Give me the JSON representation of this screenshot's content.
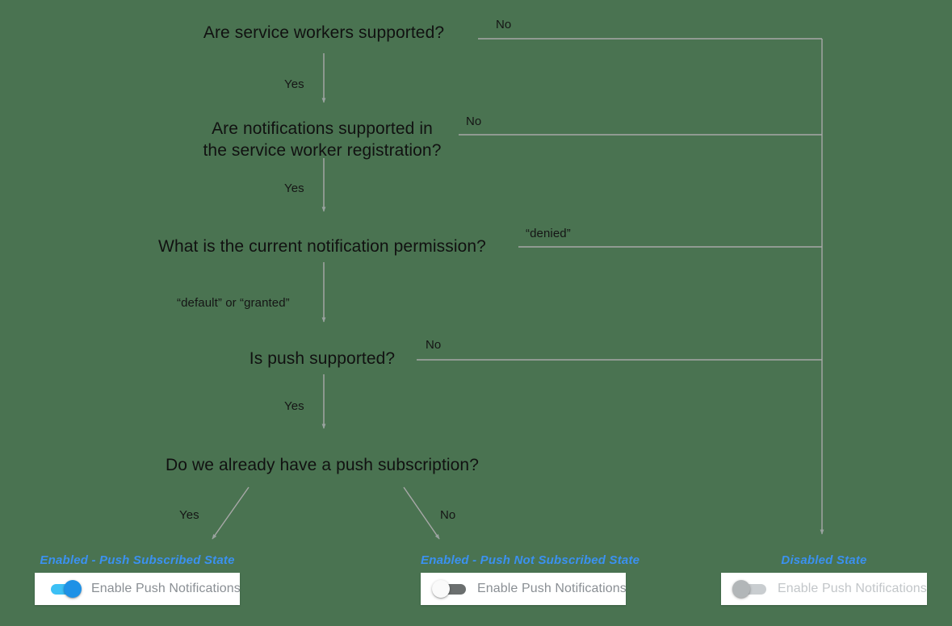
{
  "colors": {
    "background": "#4a7351",
    "question_text": "#111111",
    "edge_label_text": "#151515",
    "state_title": "#3b91f0",
    "connector_line": "#a8a8a8",
    "card_background": "#ffffff",
    "toggle_on_track": "#3cc0f5",
    "toggle_on_knob": "#1e91e6",
    "toggle_off_track": "#6b6f6f",
    "toggle_off_knob": "#fafafa",
    "toggle_disabled_track": "#c9cdd0",
    "toggle_disabled_knob": "#b2b6b8",
    "switch_label": "#8a8f94",
    "switch_label_disabled": "#c2c6c9"
  },
  "flow": {
    "questions": [
      {
        "id": "service-workers",
        "text": "Are service workers supported?"
      },
      {
        "id": "notifications-supported",
        "text": "Are notifications supported in\nthe service worker registration?"
      },
      {
        "id": "notification-permission",
        "text": "What is the current notification permission?"
      },
      {
        "id": "push-supported",
        "text": "Is push supported?"
      },
      {
        "id": "push-subscription",
        "text": "Do we already have a push subscription?"
      }
    ],
    "edge_labels": {
      "sw_no": "No",
      "sw_yes": "Yes",
      "notif_no": "No",
      "notif_yes": "Yes",
      "perm_denied": "“denied”",
      "perm_default_granted": "“default” or “granted”",
      "push_no": "No",
      "push_yes": "Yes",
      "sub_yes": "Yes",
      "sub_no": "No"
    }
  },
  "states": [
    {
      "id": "enabled-push-subscribed",
      "title": "Enabled - Push Subscribed State",
      "toggle": {
        "state": "on",
        "label": "Enable Push Notifications"
      }
    },
    {
      "id": "enabled-push-not-subscribed",
      "title": "Enabled - Push Not Subscribed State",
      "toggle": {
        "state": "off",
        "label": "Enable Push Notifications"
      }
    },
    {
      "id": "disabled",
      "title": "Disabled State",
      "toggle": {
        "state": "disabled",
        "label": "Enable Push Notifications"
      }
    }
  ]
}
